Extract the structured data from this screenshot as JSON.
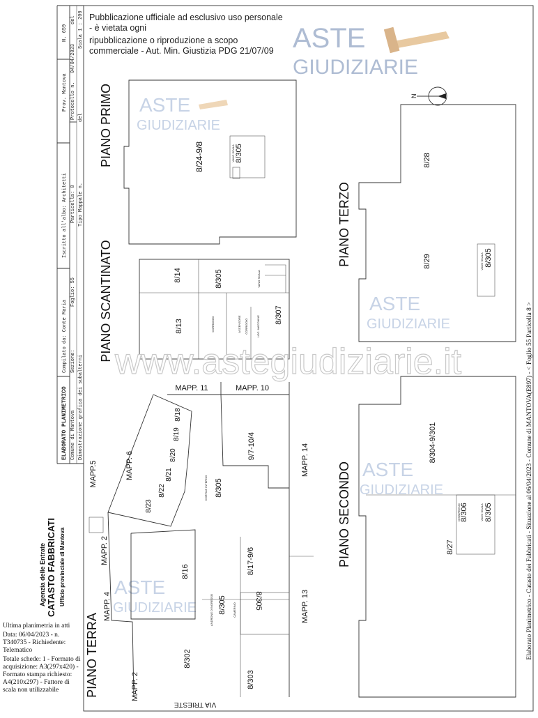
{
  "title_block": {
    "title": "ELABORATO PLANIMETRICO",
    "compiled_by": "Compilato da: Conte Maria",
    "registered": "Iscritto all'albo: Architetti",
    "province": "Prov. Mantova",
    "number": "N. 659",
    "municipality": "Comune di Mantova",
    "section": "Sezione:",
    "sheet": "Foglio: 55",
    "parcel": "Particella: 8",
    "protocol": "Protocollo n.",
    "protocol_date": "04/04/2023",
    "protocol_del": "del",
    "description": "Dimostrazione grafica dei subalterni",
    "tipo_mappale": "Tipo Mappale n.",
    "tipo_del": "del",
    "scale": "Scala 1 : 200"
  },
  "agency": {
    "line1": "Agenzia delle Entrate",
    "line2": "CATASTO FABBRICATI",
    "line3": "Ufficio provinciale di  Mantova"
  },
  "footer": {
    "line1": "Ultima planimetria in atti",
    "line2": "Data: 06/04/2023 - n. T340735 - Richiedente: Telematico",
    "line3": "Totale schede: 1 - Formato di acquisizione: A3(297x420) - Formato stampa richiesto: A4(210x297) - Fattore di scala non utilizzabile",
    "side": "Elaborato Planimetrico - Catasto dei Fabbricati - Situazione al 06/04/2023 - Comune di MANTOVA(E897) - < Foglio 55 Particella 8 >"
  },
  "watermark": {
    "brand1": "ASTE",
    "brand2": "GIUDIZIARIE",
    "site": "www.astegiudiziarie.it",
    "notice1": "Pubblicazione ufficiale ad esclusivo uso personale - è vietata ogni",
    "notice2": "ripubblicazione o riproduzione a scopo commerciale - Aut. Min. Giustizia PDG 21/07/09"
  },
  "floors": {
    "primo": {
      "label": "PIANO PRIMO",
      "units": [
        "8/24-9/8",
        "8/305"
      ],
      "notes": [
        "VANO SCALA"
      ]
    },
    "scantinato": {
      "label": "PIANO SCANTINATO",
      "units": [
        "8/14",
        "8/305",
        "8/13",
        "8/307"
      ],
      "notes": [
        "VANO SCALA",
        "CORRIDOIO",
        "ASCENSORE",
        "CORRIDOIO",
        "LOC. MACCHINE"
      ]
    },
    "terzo": {
      "label": "PIANO TERZO",
      "units": [
        "8/28",
        "8/305",
        "8/29"
      ],
      "notes": [
        "VANO SCALA"
      ]
    },
    "secondo": {
      "label": "PIANO SECONDO",
      "units": [
        "8/304-9/301",
        "8/306",
        "8/305",
        "8/27"
      ],
      "notes": [
        "DISIMPEGNO",
        "VANO SCALA"
      ]
    },
    "terra": {
      "label": "PIANO TERRA",
      "units": [
        "8/23",
        "8/22",
        "8/21",
        "8/20",
        "8/19",
        "8/18",
        "9/7-10/4",
        "8/305",
        "8/16",
        "8/17-9/6",
        "8/305",
        "8/305",
        "8/302",
        "8/303"
      ],
      "notes": [
        "CORTILE INTERNO",
        "ANDRONE D'INGRESSO",
        "CAMERINO"
      ],
      "neighbors": [
        "MAPP.5",
        "MAPP. 6",
        "MAPP. 2",
        "MAPP. 4",
        "MAPP. 2",
        "MAPP. 11",
        "MAPP. 10",
        "MAPP. 14",
        "MAPP. 13"
      ],
      "street": "VIA TRIESTE"
    }
  },
  "compass": {
    "label": "N"
  }
}
